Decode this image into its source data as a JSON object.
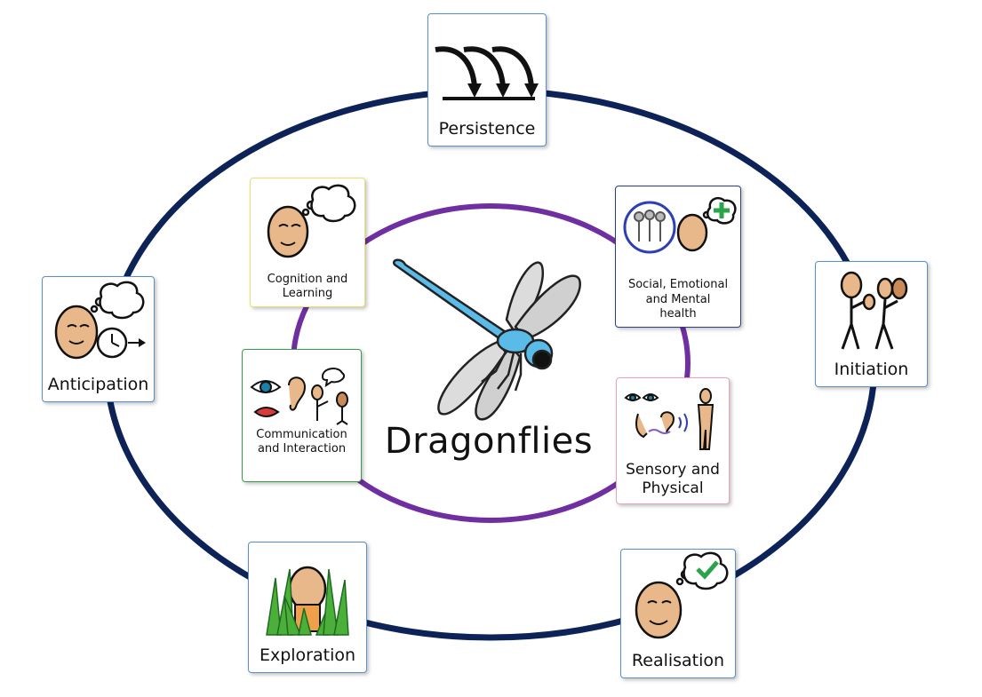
{
  "title": "Dragonflies",
  "colors": {
    "outer_ring": "#0d2358",
    "inner_ring": "#6f2fa0",
    "dragonfly_body": "#5bbbe8",
    "card_border": "#5b8fc7"
  },
  "outer_cards": {
    "persistence": {
      "label": "Persistence",
      "icon": "curved-arrows-icon"
    },
    "initiation": {
      "label": "Initiation",
      "icon": "people-gesturing-icon"
    },
    "realisation": {
      "label": "Realisation",
      "icon": "face-thought-tick-icon"
    },
    "exploration": {
      "label": "Exploration",
      "icon": "person-in-grass-icon"
    },
    "anticipation": {
      "label": "Anticipation",
      "icon": "face-thought-clock-icon"
    }
  },
  "inner_cards": {
    "cognition": {
      "line1": "Cognition and",
      "line2": "Learning",
      "icon": "face-thought-bubble-icon",
      "border": "#e8e26a"
    },
    "social": {
      "line1": "Social, Emotional",
      "line2": "and Mental",
      "line3": "health",
      "icon": "group-and-face-plus-icon",
      "border": "#2c3f85"
    },
    "communication": {
      "line1": "Communication",
      "line2": "and Interaction",
      "icon": "eye-ear-mouth-speech-icon",
      "border": "#3a9a4c"
    },
    "sensory": {
      "line1": "Sensory and",
      "line2": "Physical",
      "icon": "senses-body-icon",
      "border": "#e8a3c4"
    }
  }
}
